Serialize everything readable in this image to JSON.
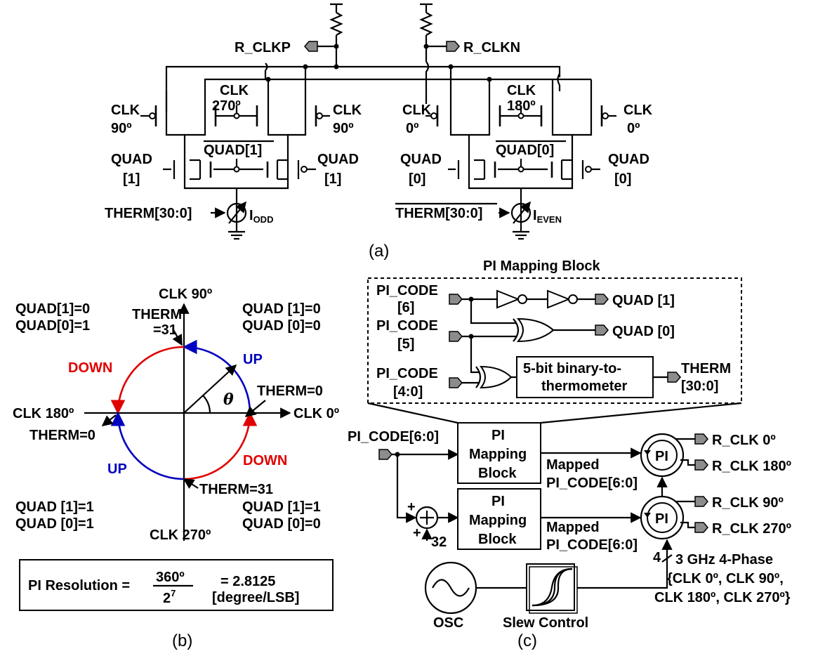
{
  "panel_a": {
    "caption": "(a)",
    "r_clkp": "R_CLKP",
    "r_clkn": "R_CLKN",
    "clk": "CLK",
    "deg90": "90º",
    "deg270": "270º",
    "deg0": "0º",
    "deg180": "180º",
    "quad": "QUAD",
    "bit1": "[1]",
    "bit0": "[0]",
    "quad1_bar": "QUAD[1]",
    "quad0_bar": "QUAD[0]",
    "therm": "THERM[30:0]",
    "therm_bar": "THERM[30:0]",
    "i": "I",
    "odd": "ODD",
    "even": "EVEN"
  },
  "panel_b": {
    "caption": "(b)",
    "clk90": "CLK 90º",
    "clk180": "CLK 180º",
    "clk0": "CLK 0º",
    "clk270": "CLK 270º",
    "q_tl_1": "QUAD[1]=0",
    "q_tl_2": "QUAD[0]=1",
    "q_tr_1": "QUAD [1]=0",
    "q_tr_2": "QUAD [0]=0",
    "q_bl_1": "QUAD [1]=1",
    "q_bl_2": "QUAD [0]=1",
    "q_br_1": "QUAD [1]=1",
    "q_br_2": "QUAD [0]=0",
    "therm_top_1": "THERM",
    "therm_top_2": "=31",
    "therm_right": "THERM=0",
    "therm_left": "THERM=0",
    "therm_bottom": "THERM=31",
    "up": "UP",
    "down": "DOWN",
    "theta": "θ",
    "res_label": "PI Resolution =",
    "res_num": "360º",
    "res_den": "2",
    "res_exp": "7",
    "res_value": "= 2.8125",
    "res_unit": "[degree/LSB]",
    "colors": {
      "up": "#0000c0",
      "down": "#e00000"
    }
  },
  "panel_c": {
    "caption": "(c)",
    "map_title": "PI Mapping Block",
    "pi_code6_1": "PI_CODE",
    "pi_code6_2": "[6]",
    "pi_code5_1": "PI_CODE",
    "pi_code5_2": "[5]",
    "pi_code40_1": "PI_CODE",
    "pi_code40_2": "[4:0]",
    "quad1_out": "QUAD [1]",
    "quad0_out": "QUAD [0]",
    "b2t_1": "5-bit binary-to-",
    "b2t_2": "thermometer",
    "therm_out_1": "THERM",
    "therm_out_2": "[30:0]",
    "pi_code_in": "PI_CODE[6:0]",
    "block_1": "PI",
    "block_2": "Mapping",
    "block_3": "Block",
    "mapped_1": "Mapped",
    "mapped_2": "PI_CODE[6:0]",
    "plus": "+",
    "thirty_two": "32",
    "pi": "PI",
    "r_clk0": "R_CLK 0º",
    "r_clk180": "R_CLK 180º",
    "r_clk90": "R_CLK 90º",
    "r_clk270": "R_CLK 270º",
    "bus_width": "4",
    "phase_1": "3 GHz 4-Phase",
    "phase_2": "{CLK 0º, CLK 90º,",
    "phase_3": "CLK 180º, CLK 270º}",
    "osc": "OSC",
    "slew": "Slew Control"
  }
}
